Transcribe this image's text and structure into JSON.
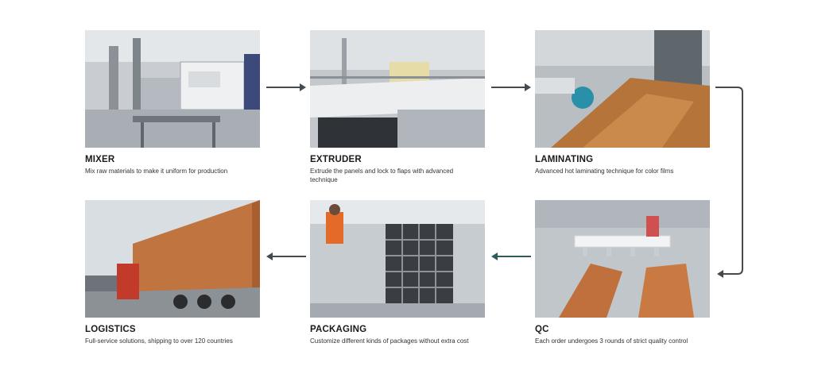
{
  "colors": {
    "arrow": "#444a4e",
    "arrow_teal": "#2e5a5c",
    "title": "#1a1a1a",
    "desc": "#333333"
  },
  "steps": [
    {
      "id": "mixer",
      "title": "MIXER",
      "desc": "Mix raw materials to make it uniform for production",
      "icon": "mixer-machine-photo"
    },
    {
      "id": "extruder",
      "title": "EXTRUDER",
      "desc": "Extrude the panels and lock to flaps with advanced technique",
      "icon": "extruder-line-photo"
    },
    {
      "id": "laminating",
      "title": "LAMINATING",
      "desc": "Advanced hot laminating technique for color films",
      "icon": "laminating-photo"
    },
    {
      "id": "qc",
      "title": "QC",
      "desc": "Each order undergoes 3 rounds of strict quality control",
      "icon": "quality-control-photo"
    },
    {
      "id": "packaging",
      "title": "PACKAGING",
      "desc": "Customize different kinds of packages without extra cost",
      "icon": "packaging-photo"
    },
    {
      "id": "logistics",
      "title": "LOGISTICS",
      "desc": "Full-service solutions, shipping to over 120 countries",
      "icon": "logistics-truck-photo"
    }
  ]
}
